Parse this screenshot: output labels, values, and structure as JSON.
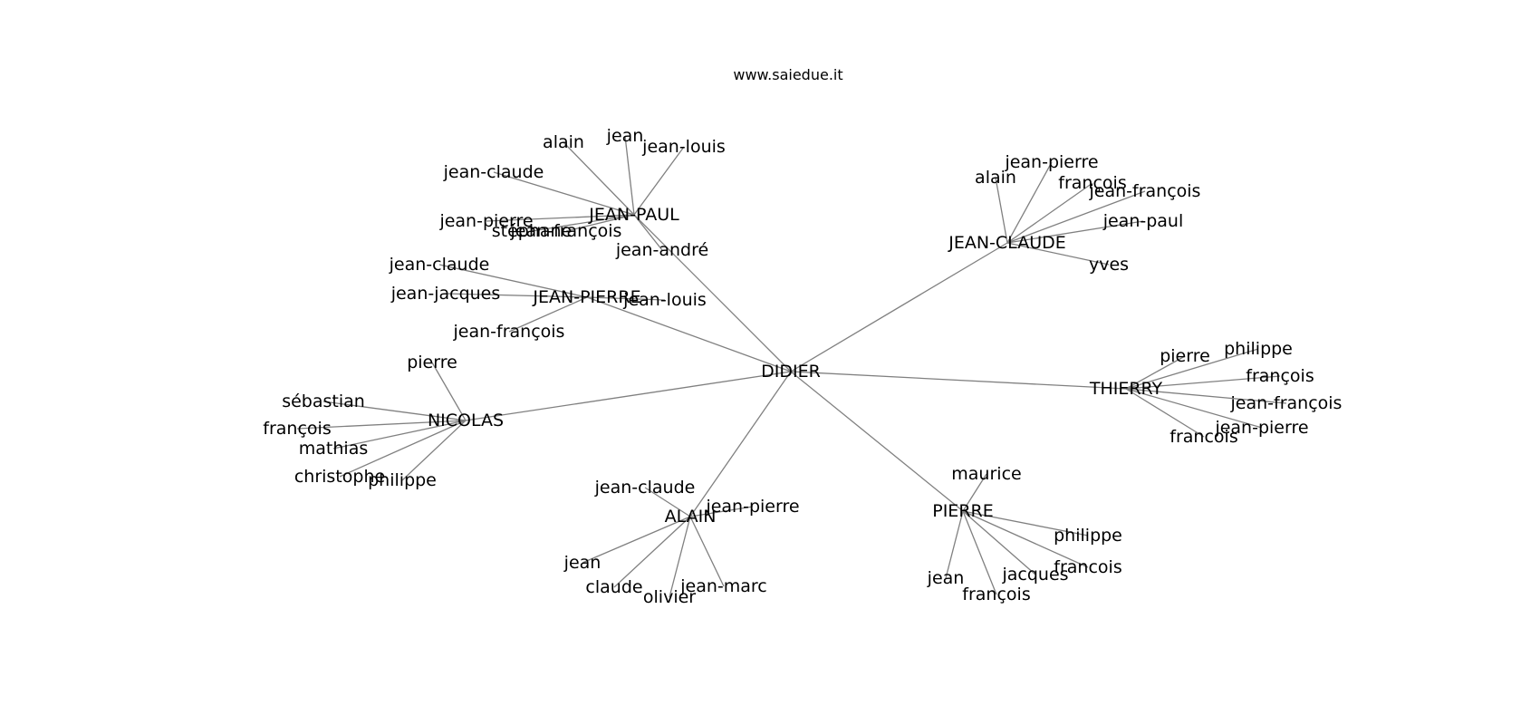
{
  "title": "www.saiedue.it",
  "center": "DIDIER",
  "hubs": [
    {
      "key": "jeanpaul",
      "label": "JEAN-PAUL",
      "leaves": [
        "alain",
        "jean",
        "jean-louis",
        "jean-claude",
        "jean-pierre",
        "stéphane",
        "jean-françois",
        "jean-andré"
      ]
    },
    {
      "key": "jeanpierre",
      "label": "JEAN-PIERRE",
      "leaves": [
        "jean-claude",
        "jean-jacques",
        "jean-louis",
        "jean-françois"
      ]
    },
    {
      "key": "jeanclaude",
      "label": "JEAN-CLAUDE",
      "leaves": [
        "alain",
        "jean-pierre",
        "françois",
        "jean-françois",
        "jean-paul",
        "yves"
      ]
    },
    {
      "key": "thierry",
      "label": "THIERRY",
      "leaves": [
        "pierre",
        "philippe",
        "françois",
        "jean-françois",
        "jean-pierre",
        "francois"
      ]
    },
    {
      "key": "nicolas",
      "label": "NICOLAS",
      "leaves": [
        "pierre",
        "sébastian",
        "françois",
        "mathias",
        "christophe",
        "philippe"
      ]
    },
    {
      "key": "alain",
      "label": "ALAIN",
      "leaves": [
        "jean-claude",
        "jean-pierre",
        "jean",
        "claude",
        "olivier",
        "jean-marc"
      ]
    },
    {
      "key": "pierre",
      "label": "PIERRE",
      "leaves": [
        "maurice",
        "philippe",
        "francois",
        "jacques",
        "françois",
        "jean"
      ]
    }
  ]
}
